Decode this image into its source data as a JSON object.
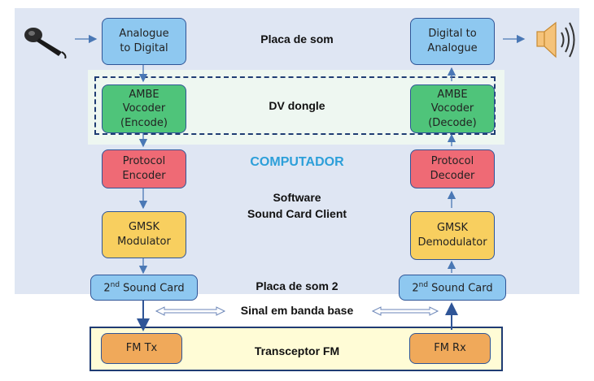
{
  "labels": {
    "placa_de_som": "Placa de som",
    "dv_dongle": "DV dongle",
    "computador": "COMPUTADOR",
    "software": "Software\nSound Card Client",
    "placa_de_som_2": "Placa de som 2",
    "sinal": "Sinal em banda base",
    "transceptor": "Transceptor FM"
  },
  "tx_chain": {
    "adc": "Analogue\nto Digital",
    "vocoder": "AMBE\nVocoder\n(Encode)",
    "protocol": "Protocol\nEncoder",
    "gmsk": "GMSK\nModulator",
    "sound_card_pre": "2",
    "sound_card_sup": "nd",
    "sound_card_post": " Sound Card",
    "fm": "FM Tx"
  },
  "rx_chain": {
    "dac": "Digital to\nAnalogue",
    "vocoder": "AMBE\nVocoder\n(Decode)",
    "protocol": "Protocol\nDecoder",
    "gmsk": "GMSK\nDemodulator",
    "sound_card_pre": "2",
    "sound_card_sup": "nd",
    "sound_card_post": " Sound Card",
    "fm": "FM Rx"
  },
  "icons": {
    "input": "microphone-icon",
    "output": "speaker-icon"
  },
  "colors": {
    "converter": "#8ec8f0",
    "vocoder": "#4fc47a",
    "protocol": "#ef6a75",
    "gmsk": "#f8cf5f",
    "fm": "#f0a95a",
    "computador": "#2c9fd9"
  }
}
